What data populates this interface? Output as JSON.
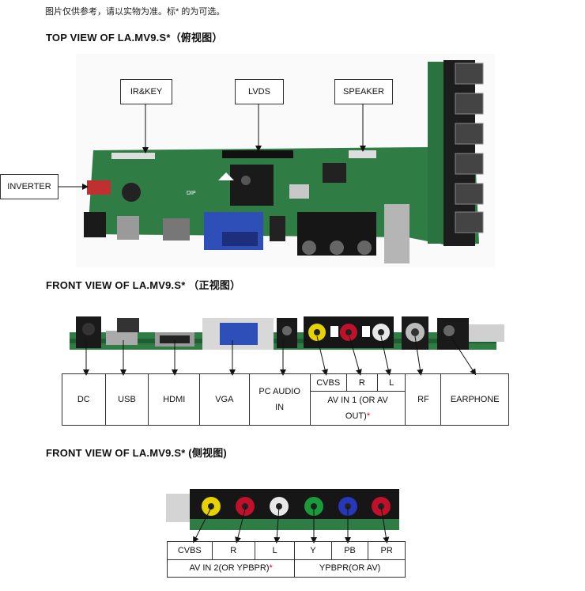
{
  "note": "图片仅供参考，请以实物为准。标* 的为可选。",
  "sections": {
    "top": {
      "title": "TOP VIEW OF LA.MV9.S*（俯视图）",
      "callouts": {
        "ir_key": "IR&KEY",
        "lvds": "LVDS",
        "speaker": "SPEAKER",
        "inverter": "INVERTER"
      },
      "board_prints": {
        "dip": "DIP"
      }
    },
    "front": {
      "title": "FRONT VIEW OF LA.MV9.S* （正视图）",
      "labels": {
        "dc": "DC",
        "usb": "USB",
        "hdmi": "HDMI",
        "vga": "VGA",
        "pc_audio": "PC AUDIO IN",
        "cvbs": "CVBS",
        "r": "R",
        "l": "L",
        "av_in1": "AV IN 1 (OR AV OUT)",
        "rf": "RF",
        "earphone": "EARPHONE"
      }
    },
    "side": {
      "title": "FRONT VIEW OF LA.MV9.S* (侧视图)",
      "labels": {
        "cvbs": "CVBS",
        "r": "R",
        "l": "L",
        "y": "Y",
        "pb": "PB",
        "pr": "PR",
        "av_in2": "AV IN 2(OR YPBPR)",
        "ypbpr": "YPBPR(OR AV)"
      }
    }
  },
  "star": "*",
  "colors": {
    "pcb": "#2f7d45",
    "pcb_dark": "#1f5e33",
    "rca_yellow": "#e6d200",
    "rca_red": "#c0102a",
    "rca_white": "#e8e8e8",
    "rca_green": "#1a9a3a",
    "rca_blue": "#2638b8",
    "vga_blue": "#2f4fb8",
    "star_red": "#e00000"
  }
}
